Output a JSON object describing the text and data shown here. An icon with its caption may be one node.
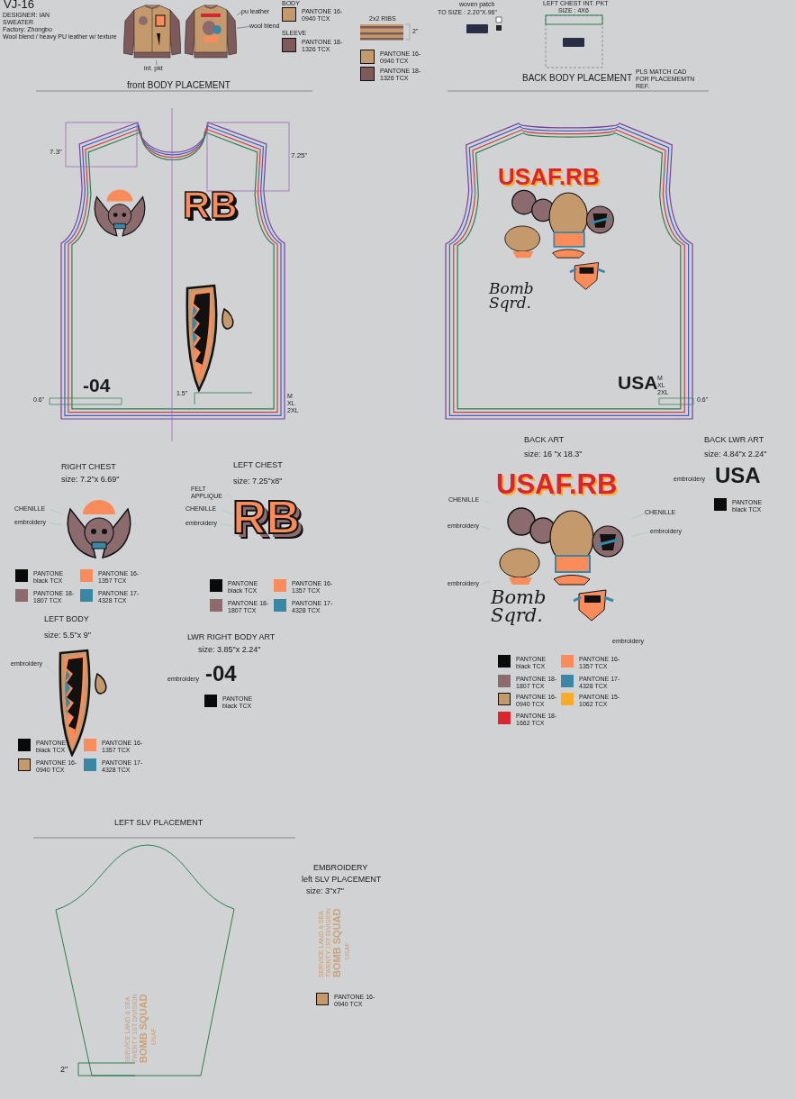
{
  "diagram": {
    "nodes": [
      {
        "text": [],
        "shape": "picture"
      },
      {
        "text": [],
        "shape": "picture"
      },
      {
        "text": [
          "pu leather"
        ]
      },
      {
        "text": [
          "wool blend"
        ]
      },
      {
        "text": [
          "int. pkt"
        ]
      },
      {
        "text": [],
        "shape": "picture"
      },
      {
        "text": [
          "CHENILLE"
        ]
      },
      {
        "text": [
          "embroidery"
        ]
      },
      {
        "text": [
          "RB"
        ]
      },
      {
        "text": [
          "FELT APPLIQUE"
        ]
      },
      {
        "text": [
          "CHENILLE"
        ]
      },
      {
        "text": [
          "embroidery"
        ]
      },
      {
        "text": [],
        "shape": "picture"
      },
      {
        "text": [
          "embroidery"
        ]
      },
      {
        "text": [
          "-04"
        ]
      },
      {
        "text": [
          "embroidery"
        ]
      },
      {
        "text": [
          "USAF.RB",
          "Bomb Sqrd."
        ]
      },
      {
        "text": [
          "CHENILLE"
        ]
      },
      {
        "text": [
          "embroidery"
        ]
      },
      {
        "text": [
          "embroidery"
        ]
      },
      {
        "text": [
          "CHENILLE"
        ]
      },
      {
        "text": [
          "embroidery"
        ]
      },
      {
        "text": [
          "embroidery"
        ]
      },
      {
        "text": [
          "USA"
        ]
      },
      {
        "text": [
          "embroidery"
        ]
      }
    ],
    "edges": [
      {
        "from": 2,
        "to": 1,
        "arrow": "none",
        "color": "#555555"
      },
      {
        "from": 3,
        "to": 1,
        "arrow": "none",
        "color": "#555555"
      },
      {
        "from": 4,
        "to": 0,
        "arrow": "none",
        "color": "#555555"
      },
      {
        "from": 6,
        "to": 5,
        "arrow": "none"
      },
      {
        "from": 7,
        "to": 5,
        "arrow": "none"
      },
      {
        "from": 9,
        "to": 8,
        "arrow": "none"
      },
      {
        "from": 10,
        "to": 8,
        "arrow": "none"
      },
      {
        "from": 11,
        "to": 8,
        "arrow": "none"
      },
      {
        "from": 13,
        "to": 12,
        "arrow": "none"
      },
      {
        "from": 15,
        "to": 14,
        "arrow": "none"
      },
      {
        "from": 17,
        "to": 16,
        "arrow": "none"
      },
      {
        "from": 18,
        "to": 16,
        "arrow": "none"
      },
      {
        "from": 19,
        "to": 16,
        "arrow": "none"
      },
      {
        "from": 20,
        "to": 16,
        "arrow": "none"
      },
      {
        "from": 21,
        "to": 16,
        "arrow": "none"
      },
      {
        "from": 22,
        "to": 16,
        "arrow": "none"
      },
      {
        "from": 24,
        "to": 23,
        "arrow": "none"
      }
    ],
    "labels": [
      "VJ-16",
      "DESIGNER: IAN",
      "SWEATER",
      "Factory: Zhongbo",
      "Wool blend / heavy PU leather w/ texture",
      "BODY",
      "SLEEVE",
      "2x2 RIBS",
      "2\"",
      "woven patch",
      "TO SIZE : 2.20\"X.96\"",
      "LEFT CHEST INT. PKT",
      "SIZE : 4X6",
      "front BODY PLACEMENT",
      "BACK BODY PLACEMENT",
      "PLS MATCH CAD FOR PLACEMEMTN REF.",
      "7.3\"",
      "7.25\"",
      "RB",
      "-04",
      "0.6\"",
      "1.5\"",
      "M",
      "XL",
      "2XL",
      "USAF.RB",
      "Bomb Sqrd.",
      "USA",
      "M",
      "XL",
      "2XL",
      "0.6\"",
      "RIGHT CHEST",
      "size: 7.2\"x 6.69\"",
      "LEFT CHEST",
      "size: 7.25\"x8\"",
      "BACK ART",
      "size: 16 \"x 18.3\"",
      "BACK LWR ART",
      "size: 4.84\"x 2.24\"",
      "LEFT BODY",
      "size: 5.5\"x 9\"",
      "LWR RIGHT BODY ART",
      "size: 3.85\"x 2.24\"",
      "LEFT SLV PLACEMENT",
      "EMBROIDERY",
      "left SLV PLACEMENT",
      "size: 3\"x7\"",
      "2\"",
      "SERVICE LAND & SEA",
      "TWENTY 1ST DIVISION",
      "BOMB SQUAD",
      "USAF.",
      "SERVICE LAND & SEA",
      "TWENTY 1ST DIVISION",
      "BOMB SQUAD",
      "USAF."
    ],
    "legend": [
      {
        "text": "PANTONE 16-0940 TCX",
        "color": "#c49a6c"
      },
      {
        "text": "PANTONE 18-1326 TCX",
        "color": "#7e5a5a"
      },
      {
        "text": "PANTONE 16-0940 TCX",
        "color": "#c49a6c"
      },
      {
        "text": "PANTONE 18-1326 TCX",
        "color": "#7e5a5a"
      },
      {
        "text": "PANTONE black TCX",
        "color": "#0a0a0a"
      },
      {
        "text": "PANTONE 16-1357 TCX",
        "color": "#f98c5a"
      },
      {
        "text": "PANTONE 18-1807 TCX",
        "color": "#8b6b6e"
      },
      {
        "text": "PANTONE 17-4328 TCX",
        "color": "#3a87a5"
      },
      {
        "text": "PANTONE black TCX",
        "color": "#0a0a0a"
      },
      {
        "text": "PANTONE 16-1357 TCX",
        "color": "#f98c5a"
      },
      {
        "text": "PANTONE 18-1807 TCX",
        "color": "#8b6b6e"
      },
      {
        "text": "PANTONE 17-4328 TCX",
        "color": "#3a87a5"
      },
      {
        "text": "PANTONE black TCX",
        "color": "#0a0a0a"
      },
      {
        "text": "PANTONE 16-1357 TCX",
        "color": "#f98c5a"
      },
      {
        "text": "PANTONE 18-1807 TCX",
        "color": "#8b6b6e"
      },
      {
        "text": "PANTONE 17-4328 TCX",
        "color": "#3a87a5"
      },
      {
        "text": "PANTONE 16-0940 TCX",
        "color": "#c49a6c"
      },
      {
        "text": "PANTONE 15-1062 TCX",
        "color": "#fbab2a"
      },
      {
        "text": "PANTONE 18-1662 TCX",
        "color": "#d9252f"
      },
      {
        "text": "PANTONE black TCX",
        "color": "#0a0a0a"
      },
      {
        "text": "PANTONE black TCX",
        "color": "#0a0a0a"
      },
      {
        "text": "PANTONE 16-1357 TCX",
        "color": "#f98c5a"
      },
      {
        "text": "PANTONE 16-0940 TCX",
        "color": "#c49a6c"
      },
      {
        "text": "PANTONE 17-4328 TCX",
        "color": "#3a87a5"
      },
      {
        "text": "PANTONE black TCX",
        "color": "#0a0a0a"
      },
      {
        "text": "PANTONE 16-0940 TCX",
        "color": "#c49a6c"
      }
    ]
  }
}
